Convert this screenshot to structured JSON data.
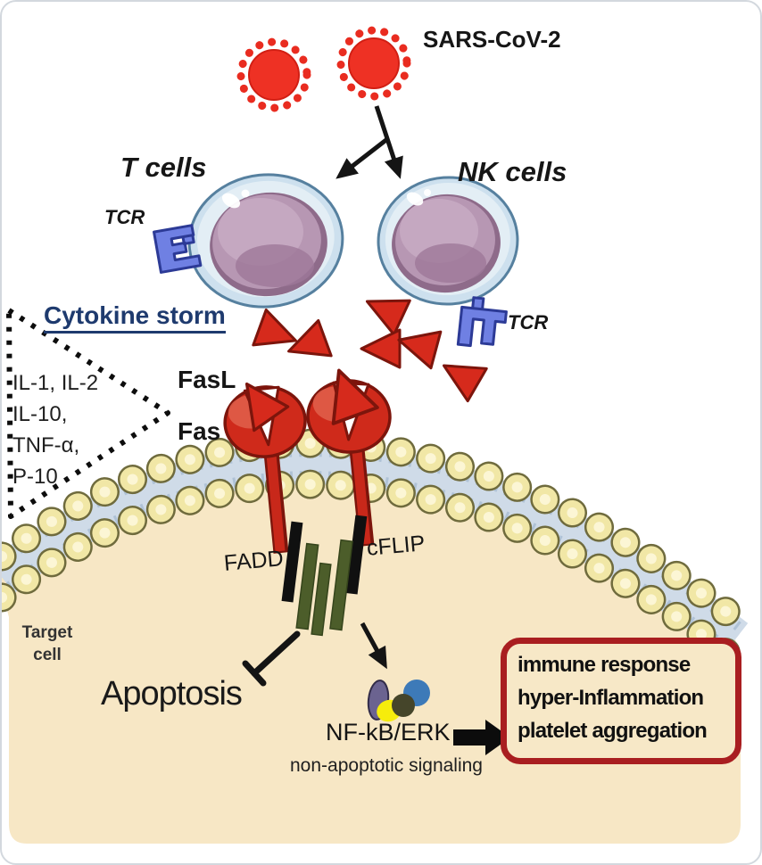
{
  "virus": {
    "label": "SARS-CoV-2"
  },
  "cells": {
    "t_label": "T cells",
    "nk_label": "NK cells",
    "tcr_left": "TCR",
    "tcr_right": "TCR"
  },
  "cytokine_storm": {
    "title": "Cytokine storm",
    "lines": [
      "IL-1, IL-2",
      "IL-10,",
      "TNF-α,",
      "P-10"
    ]
  },
  "fas_pathway": {
    "fasl": "FasL",
    "fas": "Fas",
    "fadd": "FADD",
    "cflip": "cFLIP"
  },
  "target_cell": {
    "line1": "Target",
    "line2": "cell"
  },
  "outcomes": {
    "apoptosis": "Apoptosis",
    "nfkb": "NF-kB/ERK",
    "non_apoptotic": "non-apoptotic signaling",
    "box_lines": [
      "immune response",
      "hyper-Inflammation",
      "platelet aggregation"
    ]
  },
  "colors": {
    "virus_red": "#ee3124",
    "cytokine_red": "#d62a1c",
    "fas_red": "#cf2a1b",
    "membrane_head": "#f1e7a6",
    "membrane_tail": "#cfdbe8",
    "cell_outer_blue": "#cde0ee",
    "nucleus_purple": "#b797b3",
    "tcr_blue": "#6f80e3",
    "storm_text_blue": "#1e3a6e",
    "box_border_red": "#a91e20",
    "cell_interior_beige": "#f7e7c5"
  }
}
